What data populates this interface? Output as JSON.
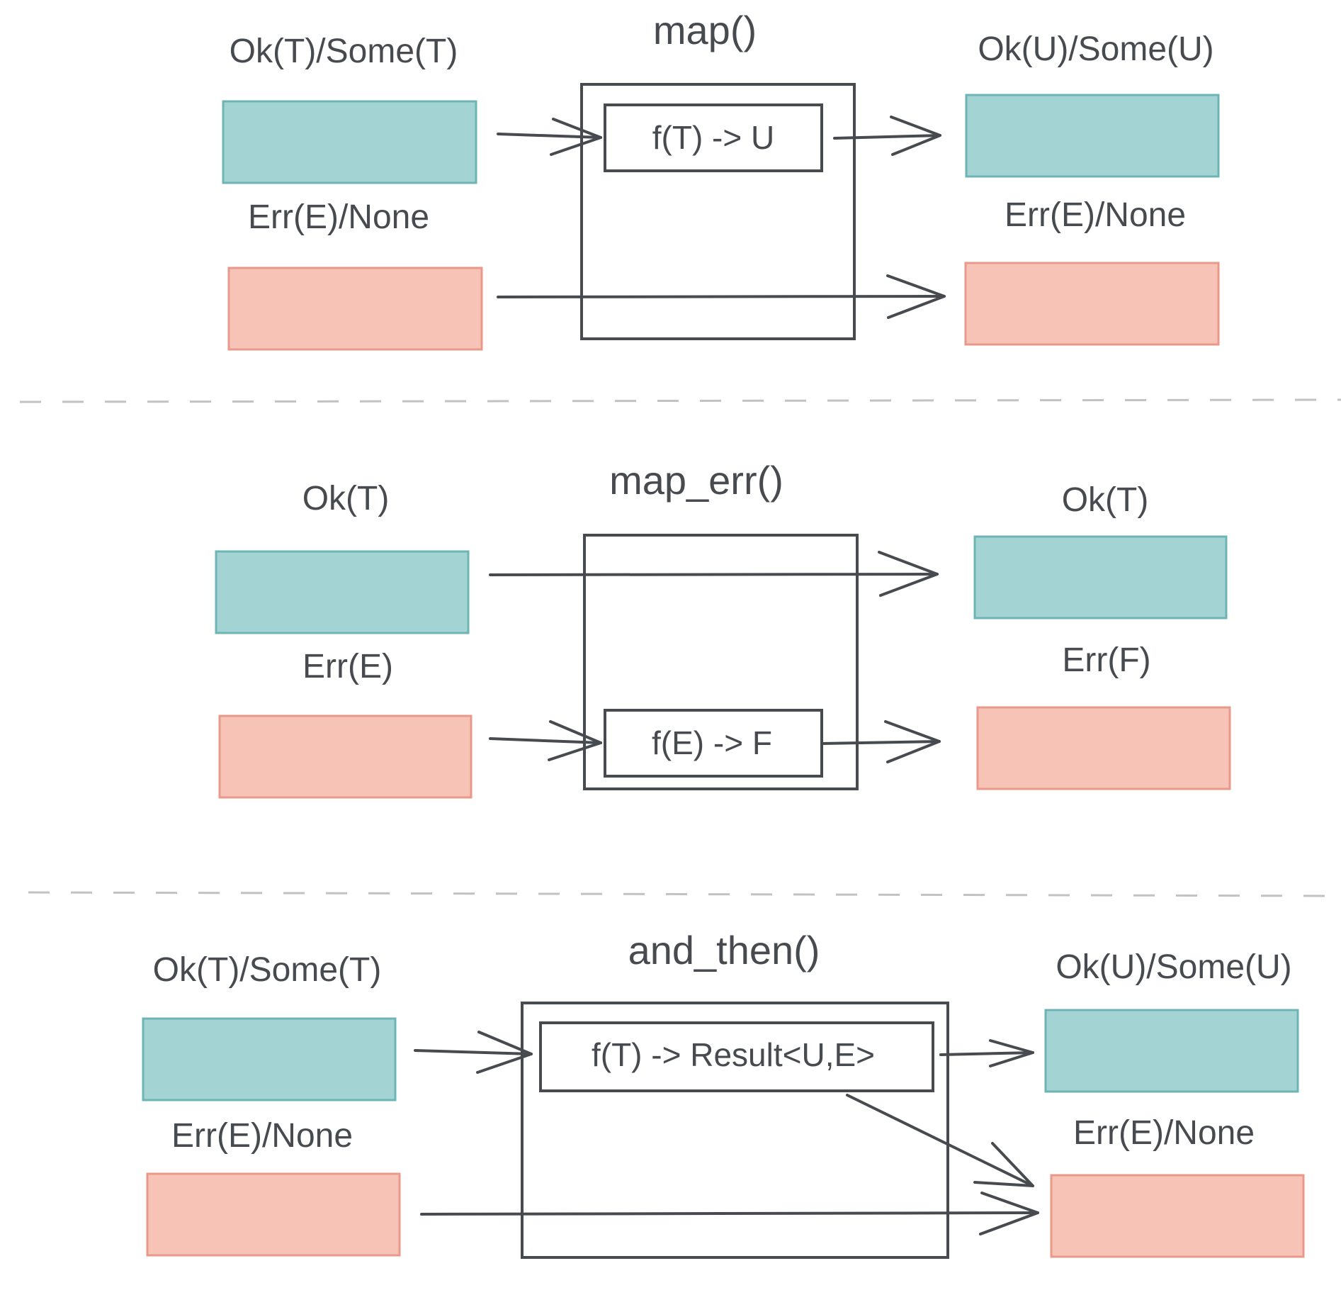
{
  "colors": {
    "ok_fill": "#a3d3d3",
    "ok_stroke": "#6fb4b5",
    "err_fill": "#f7c3b6",
    "err_stroke": "#e9998a",
    "line": "#474b50",
    "text": "#474b50",
    "divider": "#c2c2c2"
  },
  "sections": [
    {
      "title": "map()",
      "input_ok_label": "Ok(T)/Some(T)",
      "input_err_label": "Err(E)/None",
      "function_label": "f(T) -> U",
      "output_ok_label": "Ok(U)/Some(U)",
      "output_err_label": "Err(E)/None"
    },
    {
      "title": "map_err()",
      "input_ok_label": "Ok(T)",
      "input_err_label": "Err(E)",
      "function_label": "f(E) -> F",
      "output_ok_label": "Ok(T)",
      "output_err_label": "Err(F)"
    },
    {
      "title": "and_then()",
      "input_ok_label": "Ok(T)/Some(T)",
      "input_err_label": "Err(E)/None",
      "function_label": "f(T) -> Result<U,E>",
      "output_ok_label": "Ok(U)/Some(U)",
      "output_err_label": "Err(E)/None"
    }
  ]
}
